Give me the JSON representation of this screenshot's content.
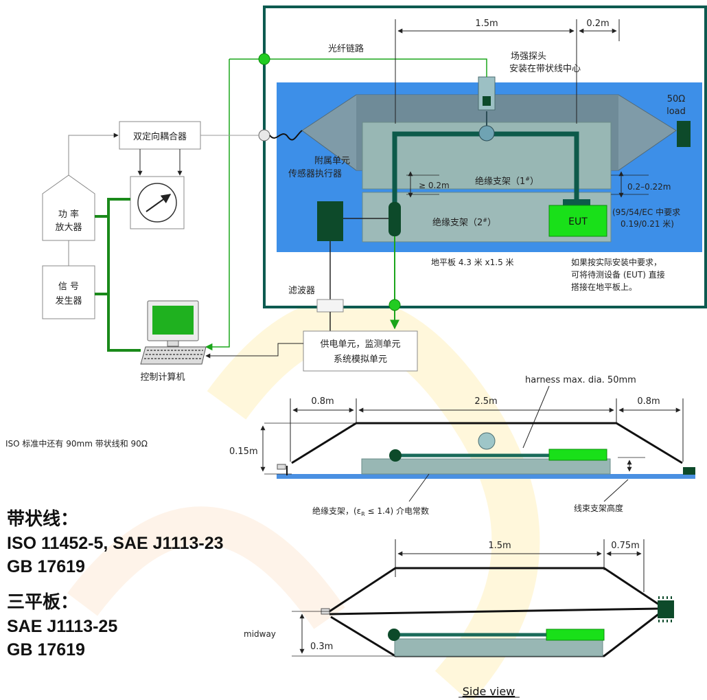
{
  "top": {
    "fiber_link": "光纤链路",
    "dim_1_5m": "1.5m",
    "dim_0_2m": "0.2m",
    "probe_line1": "场强探头",
    "probe_line2": "安装在带状线中心",
    "load_line1": "50Ω",
    "load_line2": "load",
    "coupler": "双定向耦合器",
    "amp_line1": "功 率",
    "amp_line2": "放大器",
    "gen_line1": "信 号",
    "gen_line2": "发生器",
    "aux_line1": "附属单元",
    "aux_line2": "传感器执行器",
    "gap_low": "≥ 0.2m",
    "support1": "绝缘支架（1",
    "support1_sup": "#",
    "support1_end": "）",
    "support2": "绝缘支架（2",
    "support2_sup": "#",
    "support2_end": "）",
    "gap_right": "0.2–0.22m",
    "eut": "EUT",
    "req_line1": "(95/54/EC 中要求",
    "req_line2": "0.19/0.21 米)",
    "ground_plate": "地平板 4.3 米 x1.5 米",
    "note_line1": "如果按实际安装中要求，",
    "note_line2": "可将待测设备 (EUT) 直接",
    "note_line3": "搭接在地平板上。",
    "filter": "滤波器",
    "supply_line1": "供电单元，监测单元",
    "supply_line2": "系统模拟单元",
    "computer": "控制计算机"
  },
  "middle": {
    "iso_note": "ISO 标准中还有 90mm 带状线和 90Ω",
    "dim_left": "0.8m",
    "dim_mid": "2.5m",
    "dim_right": "0.8m",
    "harness": "harness max. dia. 50mm",
    "height": "0.15m",
    "support_label_pre": "绝缘支架，(ε",
    "support_label_sub": "R",
    "support_label_post": " ≤ 1.4) 介电常数",
    "harness_height": "线束支架高度"
  },
  "standards": {
    "stripline_title": "带状线：",
    "stripline_std1": "ISO 11452-5,  SAE J1113-23",
    "stripline_std2": "GB 17619",
    "triplate_title": "三平板：",
    "triplate_std1": "SAE J1113-25",
    "triplate_std2": "GB 17619"
  },
  "bottom": {
    "dim_1_5m": "1.5m",
    "dim_0_75m": "0.75m",
    "midway": "midway",
    "dim_0_3m": "0.3m",
    "side_view": "Side view"
  },
  "colors": {
    "blue_plate": "#3d8fe8",
    "gray_panel": "#8aa9b0",
    "dark_green": "#0d4a2a",
    "teal_line": "#1a6b5a",
    "eut_green": "#19e019",
    "enclosure": "#0d5a50"
  }
}
